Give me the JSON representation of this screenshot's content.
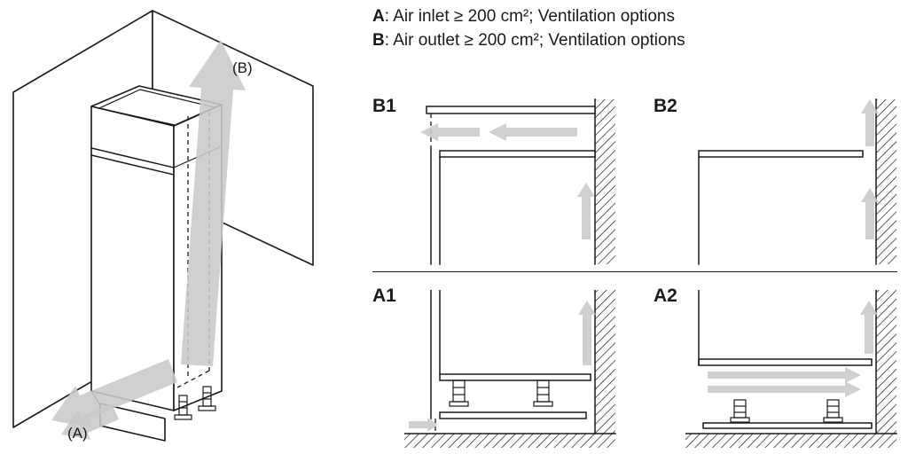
{
  "legend": {
    "line_a": {
      "key": "A",
      "text": ": Air inlet ≥ 200 cm²; Ventilation options"
    },
    "line_b": {
      "key": "B",
      "text": ": Air outlet ≥ 200 cm²; Ventilation options"
    }
  },
  "overview": {
    "label_a": "(A)",
    "label_b": "(B)"
  },
  "panels": {
    "b1": {
      "label": "B1"
    },
    "b2": {
      "label": "B2"
    },
    "a1": {
      "label": "A1"
    },
    "a2": {
      "label": "A2"
    }
  },
  "colors": {
    "line": "#1a1a1a",
    "arrow": "#c8c9ca",
    "background": "#ffffff"
  }
}
